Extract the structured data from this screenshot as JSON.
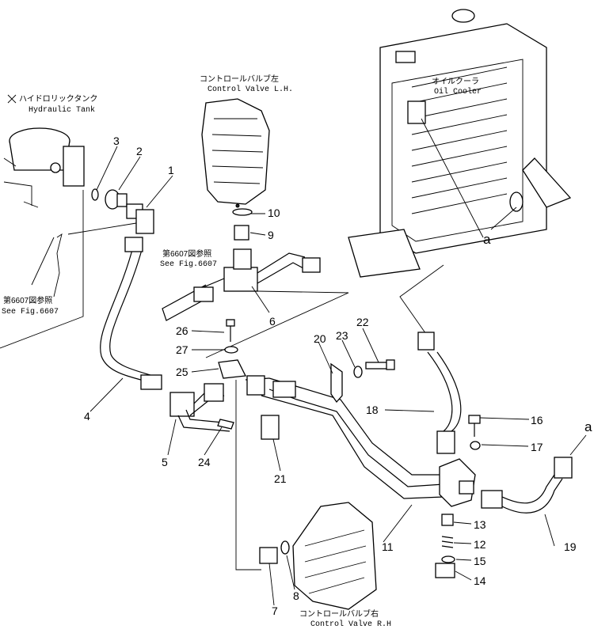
{
  "callouts": {
    "n1": "1",
    "n2": "2",
    "n3": "3",
    "n4": "4",
    "n5": "5",
    "n6": "6",
    "n7": "7",
    "n8": "8",
    "n9": "9",
    "n10": "10",
    "n11": "11",
    "n12": "12",
    "n13": "13",
    "n14": "14",
    "n15": "15",
    "n16": "16",
    "n17": "17",
    "n18": "18",
    "n19": "19",
    "n20": "20",
    "n21": "21",
    "n22": "22",
    "n23": "23",
    "n24": "24",
    "n25": "25",
    "n26": "26",
    "n27": "27",
    "a_top": "a",
    "a_right": "a"
  },
  "captions": {
    "hydraulic_tank_jp": "ハイドロリックタンク",
    "hydraulic_tank_en": "Hydraulic Tank",
    "control_valve_lh_jp": "コントロールバルブ左",
    "control_valve_lh_en": "Control Valve L.H.",
    "oil_cooler_jp": "オイルクーラ",
    "oil_cooler_en": "Oil Cooler",
    "see_fig_mid_jp": "第6607図参照",
    "see_fig_mid_en": "See Fig.6607",
    "see_fig_left_jp": "第6607図参照",
    "see_fig_left_en": "See Fig.6607",
    "control_valve_rh_jp": "コントロールバルブ右",
    "control_valve_rh_en": "Control Valve R.H"
  }
}
